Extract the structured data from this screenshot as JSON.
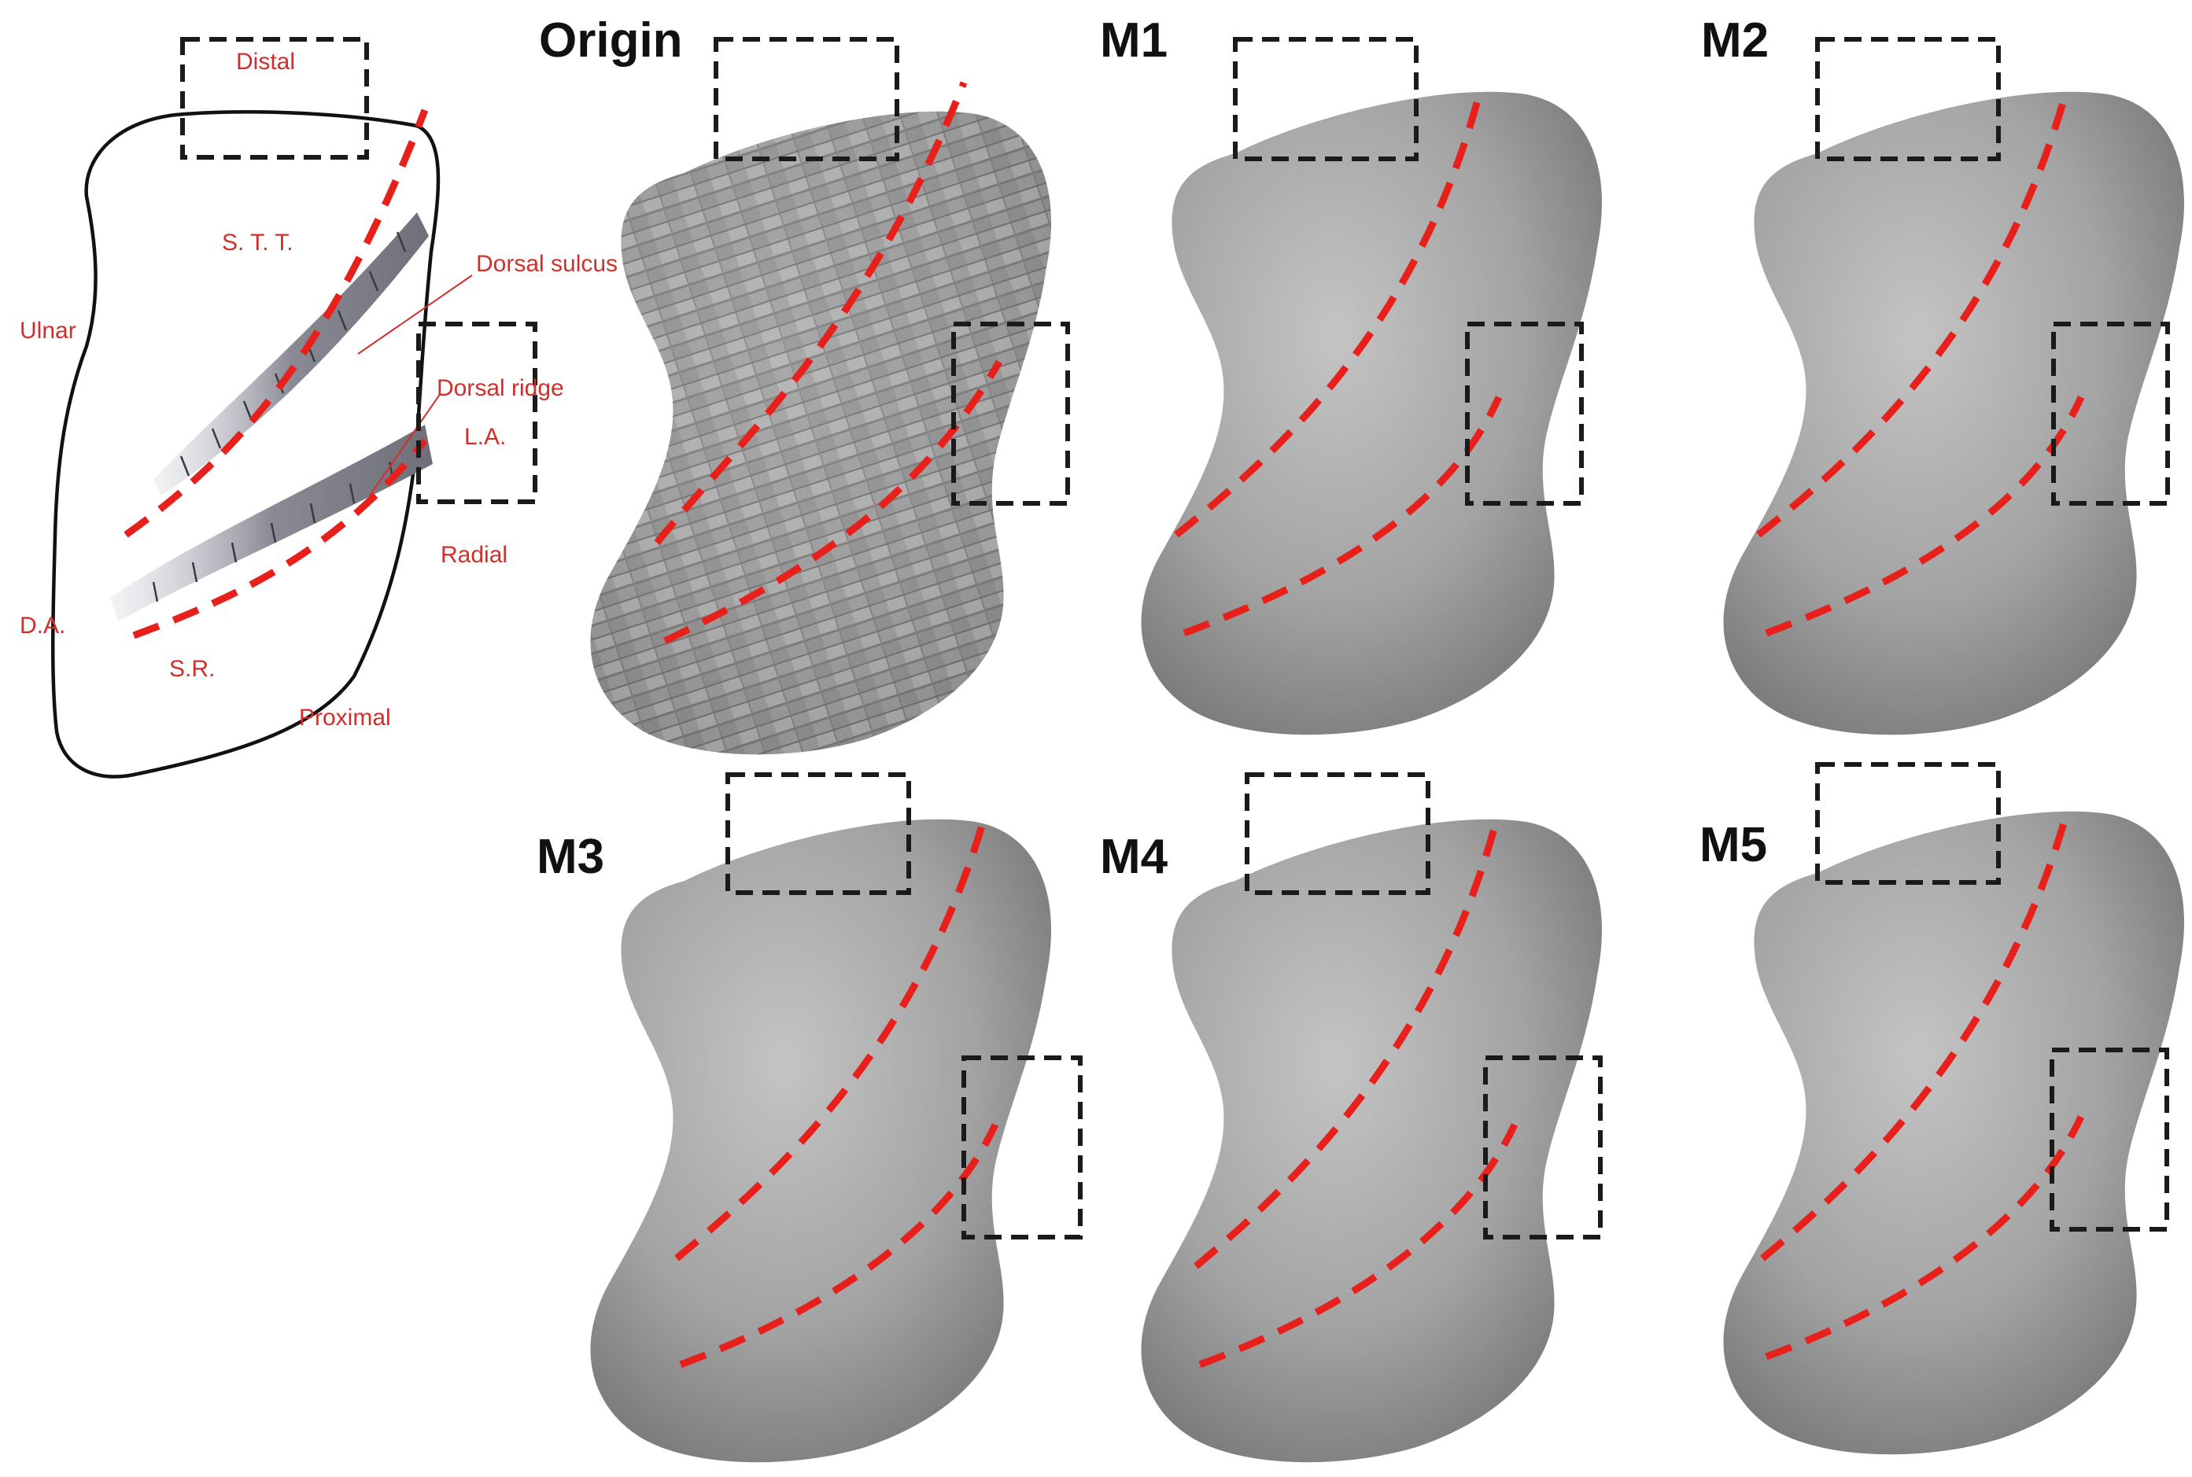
{
  "sketch": {
    "labels": {
      "distal": "Distal",
      "stt": "S. T. T.",
      "dorsal_sulcus": "Dorsal sulcus",
      "ulnar": "Ulnar",
      "dorsal_ridge": "Dorsal ridge",
      "la": "L.A.",
      "radial": "Radial",
      "da": "D.A.",
      "sr": "S.R.",
      "proximal": "Proximal"
    }
  },
  "panels": {
    "origin": "Origin",
    "m1": "M1",
    "m2": "M2",
    "m3": "M3",
    "m4": "M4",
    "m5": "M5"
  },
  "colors": {
    "annotation_red": "#e8201c",
    "sketch_text": "#d0302c",
    "box_dash": "#1a1a1a",
    "bone_light": "#b8b8b8",
    "bone_dark": "#6a6a6a"
  }
}
